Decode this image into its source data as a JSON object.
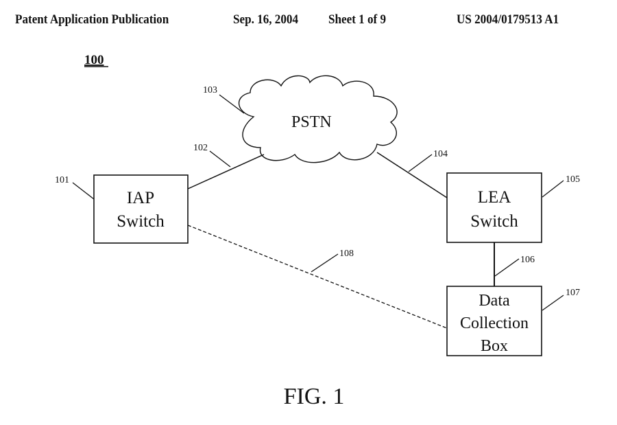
{
  "header": {
    "publication": "Patent Application Publication",
    "date": "Sep. 16, 2004",
    "sheet": "Sheet 1 of 9",
    "number": "US 2004/0179513 A1"
  },
  "figure": {
    "ref": "100",
    "caption": "FIG. 1",
    "nodes": {
      "iap": {
        "line1": "IAP",
        "line2": "Switch",
        "ref": "101"
      },
      "pstn": {
        "label": "PSTN",
        "ref": "103"
      },
      "lea": {
        "line1": "LEA",
        "line2": "Switch",
        "ref": "105"
      },
      "dcb": {
        "line1": "Data",
        "line2": "Collection",
        "line3": "Box",
        "ref": "107"
      }
    },
    "links": {
      "iap_pstn": "102",
      "pstn_lea": "104",
      "lea_dcb": "106",
      "iap_dcb": "108"
    }
  }
}
